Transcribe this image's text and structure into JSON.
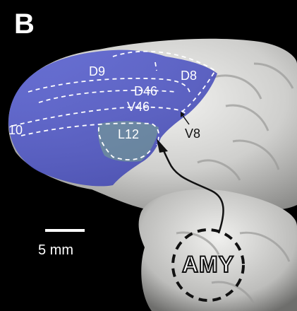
{
  "panel_letter": "B",
  "region_labels": {
    "d9": "D9",
    "d8": "D8",
    "d46": "D46",
    "v46": "V46",
    "l12": "L12",
    "area10": "10",
    "v8": "V8"
  },
  "scale_bar": {
    "label": "5 mm"
  },
  "amygdala_label": "AMY",
  "colors": {
    "background": "#000000",
    "prefrontal_overlay": "#4a52c8",
    "l12_overlay": "#7aa88a",
    "outline": "#ffffff",
    "arrow": "#111111"
  }
}
